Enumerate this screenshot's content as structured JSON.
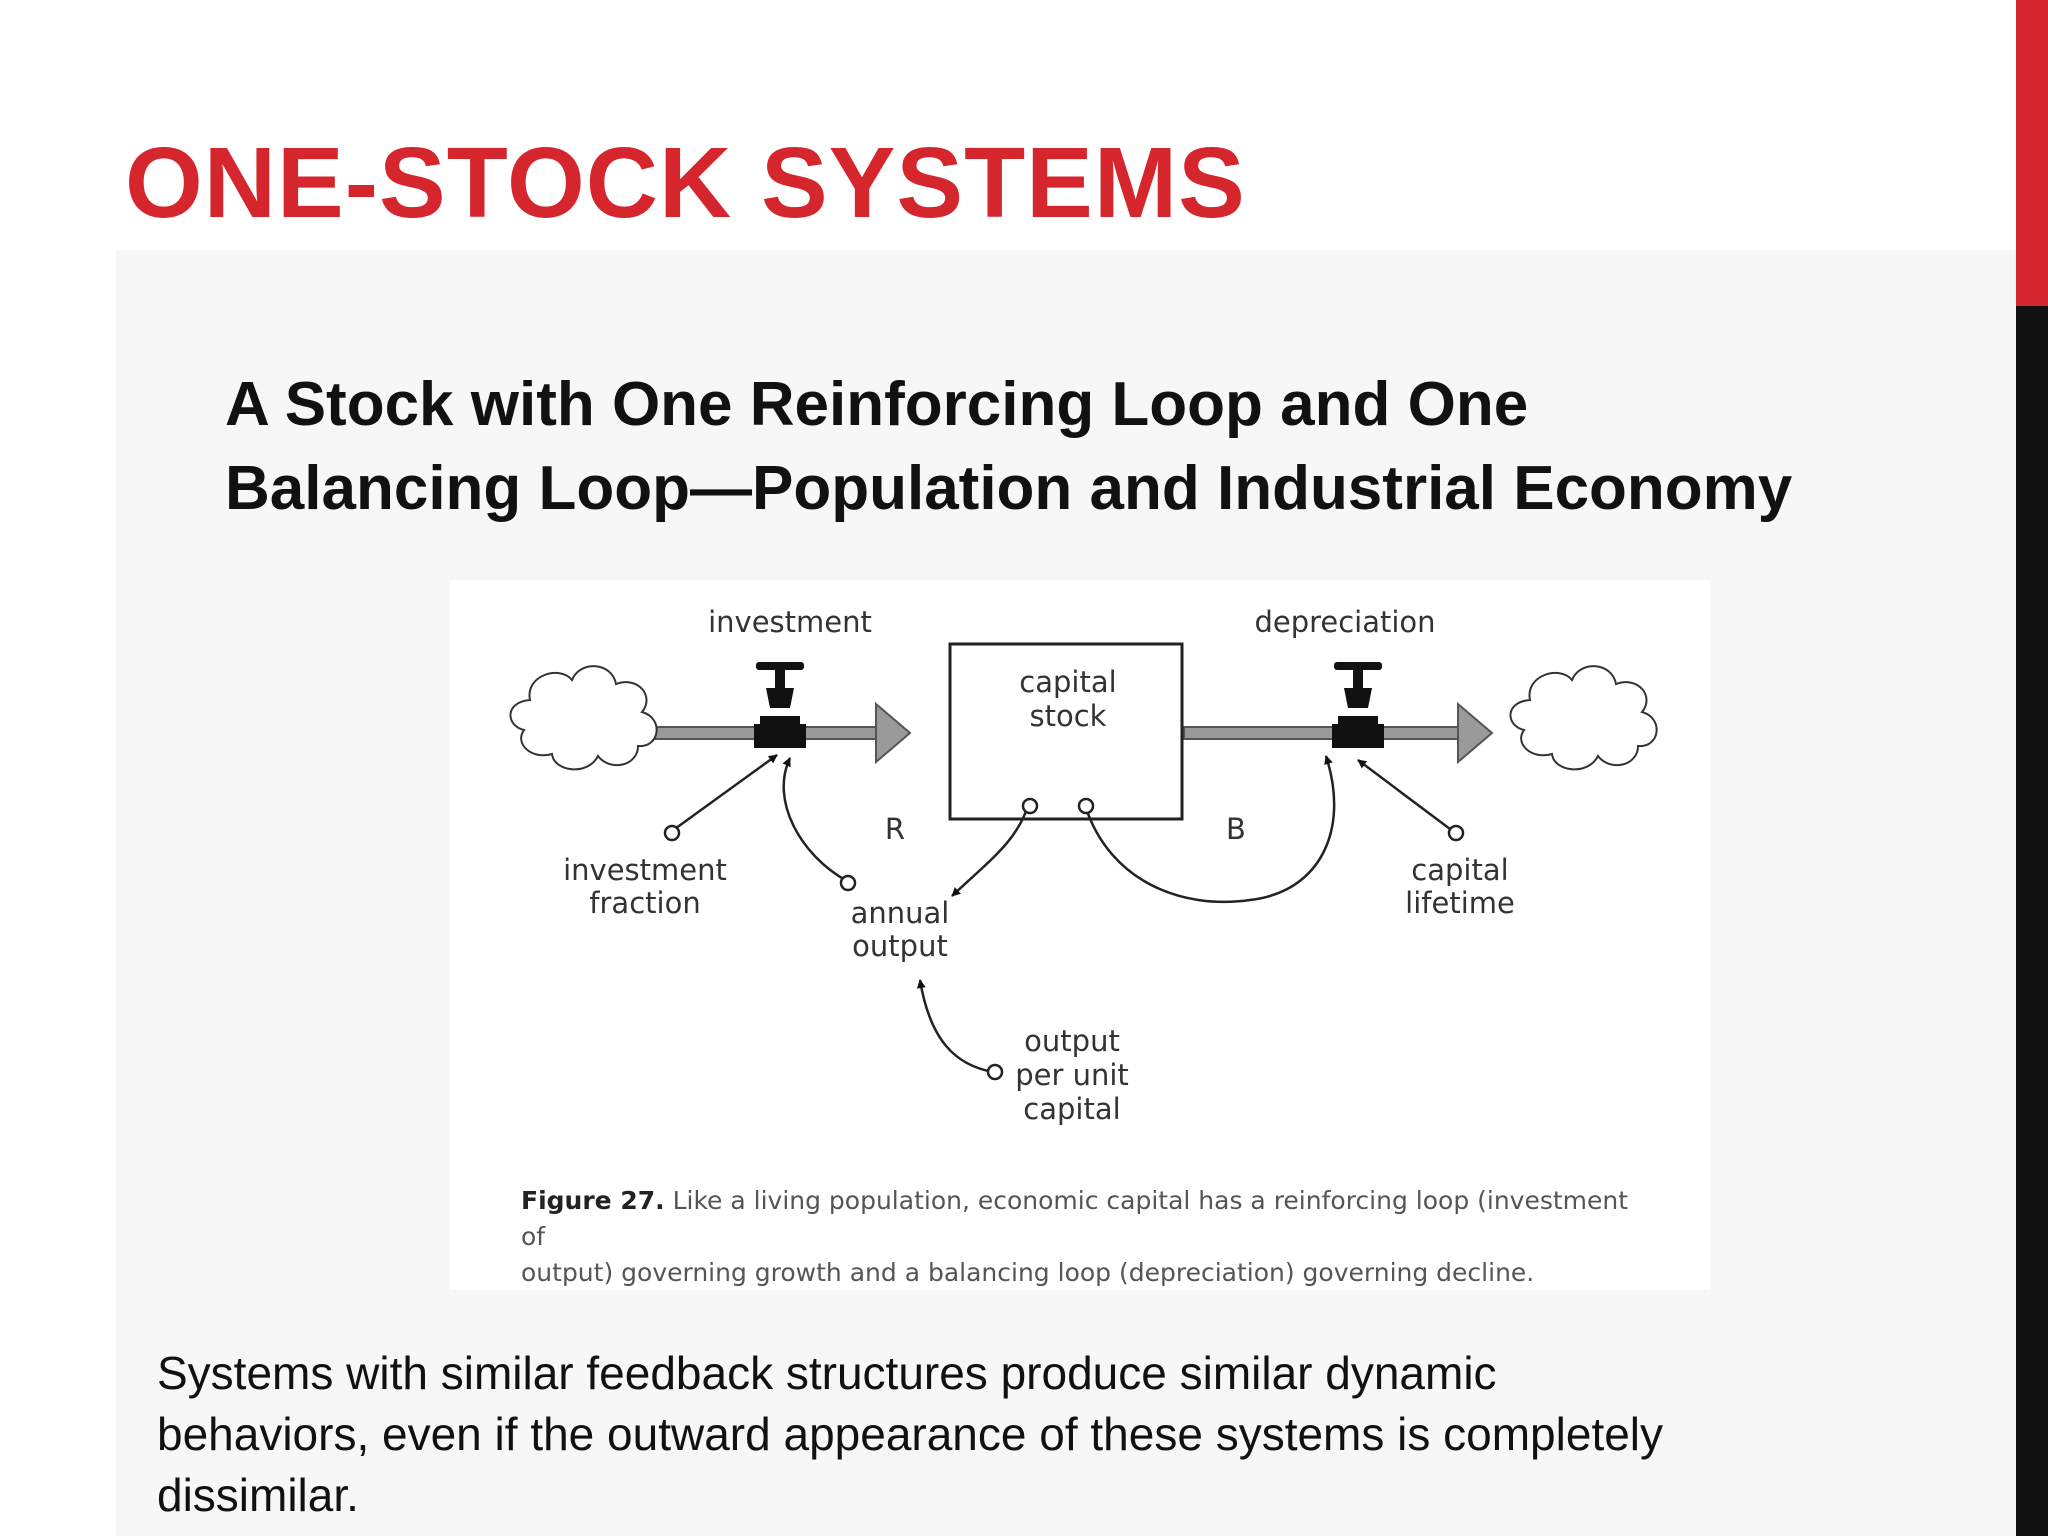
{
  "slide": {
    "title": "ONE-STOCK SYSTEMS",
    "subtitle_lines": [
      "A Stock with One Reinforcing Loop and One",
      "Balancing Loop—Population and Industrial Economy"
    ],
    "body_lines": [
      "Systems with similar feedback structures produce similar dynamic",
      "behaviors, even if the outward appearance of these systems is completely",
      "dissimilar."
    ],
    "accent_colors": {
      "title": "#d5262e",
      "bar_top": "#d5262e",
      "bar_bottom": "#111111"
    }
  },
  "diagram": {
    "stock_label_lines": [
      "capital",
      "stock"
    ],
    "inflow_label": "investment",
    "outflow_label": "depreciation",
    "reinforcing_loop_label": "R",
    "balancing_loop_label": "B",
    "investment_fraction_lines": [
      "investment",
      "fraction"
    ],
    "annual_output_lines": [
      "annual",
      "output"
    ],
    "capital_lifetime_lines": [
      "capital",
      "lifetime"
    ],
    "output_per_unit_capital_lines": [
      "output",
      "per unit",
      "capital"
    ],
    "source_icon": "cloud-icon",
    "sink_icon": "cloud-icon",
    "valve_icon": "valve-icon"
  },
  "caption": {
    "figure_label": "Figure 27.",
    "lines": [
      "Like a living population, economic capital has a reinforcing loop (investment of",
      "output) governing growth and a balancing loop (depreciation) governing decline."
    ]
  }
}
